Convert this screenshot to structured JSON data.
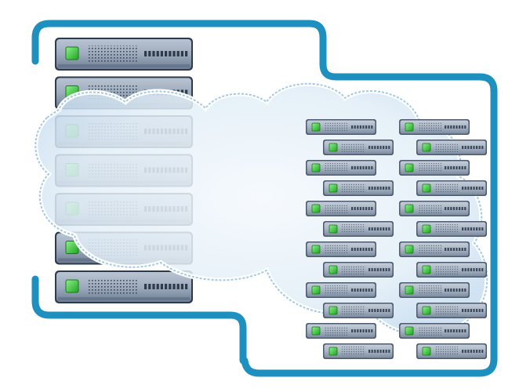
{
  "scene": {
    "frame_color": "#1e90c0",
    "cloud_fill": "#e4f0f8",
    "cloud_edge": "#7fb7d9",
    "unit_body": "#8493a6",
    "unit_face": "#a9b6c6",
    "unit_dark": "#2e3b4c",
    "led_color": "#33cc33",
    "icons": [
      "large-server-unit",
      "small-server-unit",
      "cloud-shape",
      "frame-bracket"
    ],
    "large_server_count": 7,
    "small_server_count": 24
  }
}
